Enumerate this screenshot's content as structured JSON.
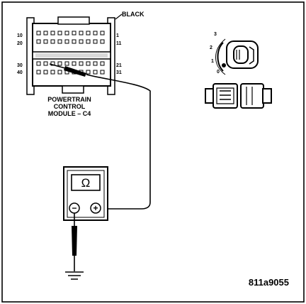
{
  "connector": {
    "color_label": "BLACK",
    "pins_top_left": [
      "10",
      "20"
    ],
    "pins_top_right": [
      "1",
      "11"
    ],
    "pins_bottom_left": [
      "30",
      "40"
    ],
    "pins_bottom_right": [
      "21",
      "31"
    ],
    "module_label_line1": "POWERTRAIN",
    "module_label_line2": "CONTROL",
    "module_label_line3": "MODULE – C4"
  },
  "ignition": {
    "positions": [
      "3",
      "2",
      "1",
      "0"
    ]
  },
  "meter": {
    "display_symbol": "Ω",
    "neg_symbol": "−",
    "pos_symbol": "+"
  },
  "figure_code": "811a9055"
}
